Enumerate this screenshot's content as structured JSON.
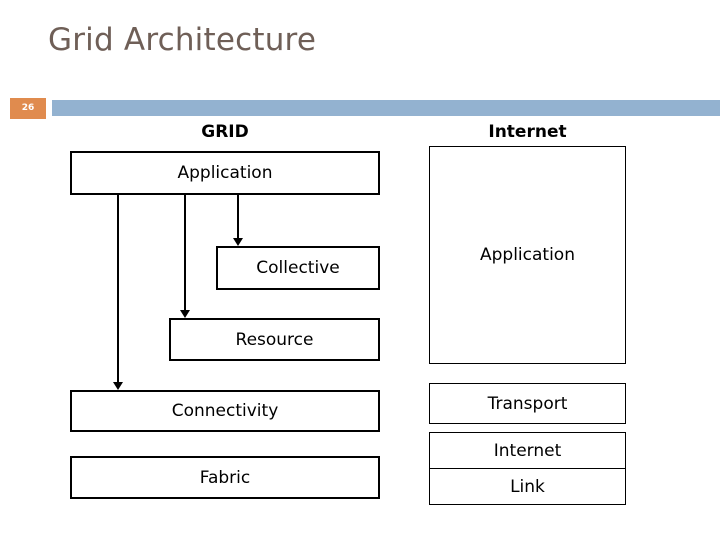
{
  "slide": {
    "title": "Grid Architecture",
    "page_number": "26",
    "accent_orange": "#e08b4e",
    "accent_blue": "#93b2d0",
    "title_color": "#6f5f57"
  },
  "diagram": {
    "columns": [
      {
        "heading": "GRID",
        "layers": [
          {
            "label": "Application"
          },
          {
            "label": "Collective"
          },
          {
            "label": "Resource"
          },
          {
            "label": "Connectivity"
          },
          {
            "label": "Fabric"
          }
        ]
      },
      {
        "heading": "Internet",
        "layers": [
          {
            "label": "Application"
          },
          {
            "label": "Transport"
          },
          {
            "label": "Internet"
          },
          {
            "label": "Link"
          }
        ]
      }
    ]
  }
}
